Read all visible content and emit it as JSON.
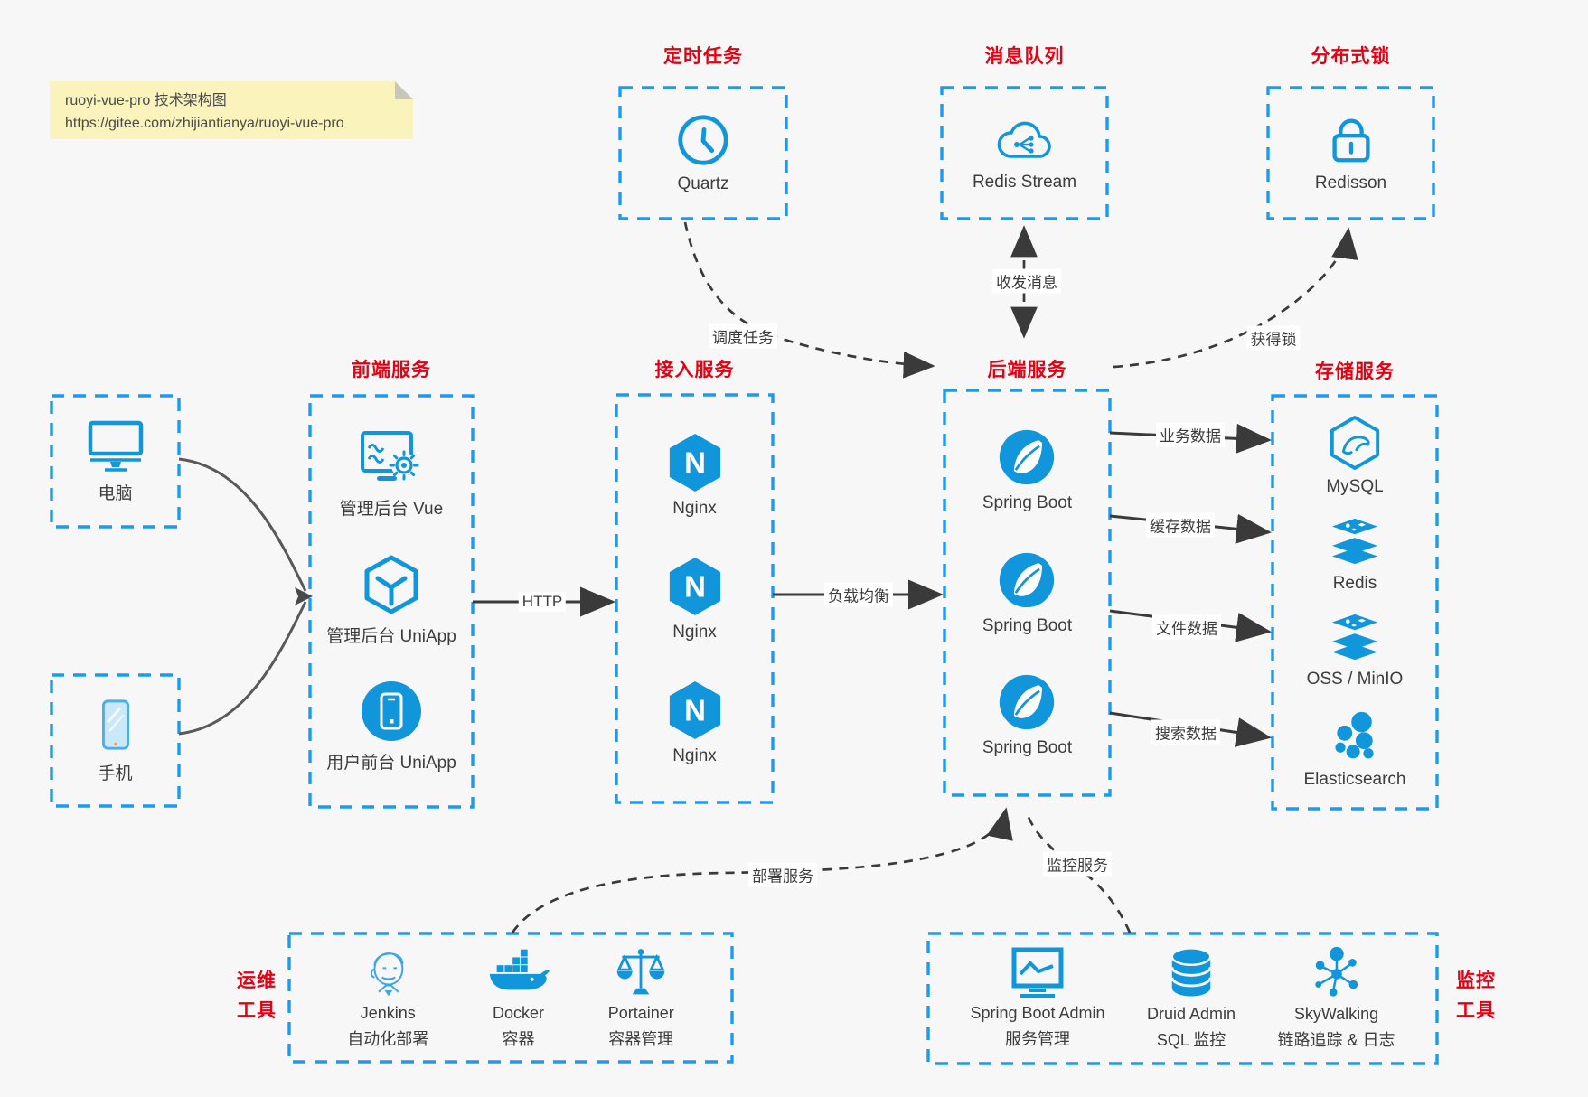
{
  "note": {
    "line1": "ruoyi-vue-pro 技术架构图",
    "line2": "https://gitee.com/zhijiantianya/ruoyi-vue-pro"
  },
  "icons": {
    "nginx_letter": "N"
  },
  "colors": {
    "accent_blue": "#1296db",
    "box_border_blue": "#1b9af0",
    "title_red": "#e60012",
    "note_bg": "#faf3bc",
    "line_dark": "#3a3a3a",
    "page_bg": "#f7f7f7"
  },
  "sections": {
    "scheduled_job": {
      "title": "定时任务",
      "item": {
        "label": "Quartz",
        "icon": "clock-icon"
      }
    },
    "message_queue": {
      "title": "消息队列",
      "item": {
        "label": "Redis Stream",
        "icon": "cloud-message-icon"
      }
    },
    "distributed_lock": {
      "title": "分布式锁",
      "item": {
        "label": "Redisson",
        "icon": "lock-icon"
      }
    },
    "clients": {
      "computer": {
        "label": "电脑",
        "icon": "desktop-icon"
      },
      "phone": {
        "label": "手机",
        "icon": "phone-icon"
      }
    },
    "frontend": {
      "title": "前端服务",
      "items": [
        {
          "label": "管理后台 Vue",
          "icon": "admin-screen-gear-icon"
        },
        {
          "label": "管理后台 UniApp",
          "icon": "cube-icon"
        },
        {
          "label": "用户前台 UniApp",
          "icon": "mobile-app-icon"
        }
      ]
    },
    "gateway": {
      "title": "接入服务",
      "items": [
        {
          "label": "Nginx",
          "icon": "nginx-icon"
        },
        {
          "label": "Nginx",
          "icon": "nginx-icon"
        },
        {
          "label": "Nginx",
          "icon": "nginx-icon"
        }
      ]
    },
    "backend": {
      "title": "后端服务",
      "items": [
        {
          "label": "Spring Boot",
          "icon": "spring-leaf-icon"
        },
        {
          "label": "Spring Boot",
          "icon": "spring-leaf-icon"
        },
        {
          "label": "Spring Boot",
          "icon": "spring-leaf-icon"
        }
      ]
    },
    "storage": {
      "title": "存储服务",
      "items": [
        {
          "label": "MySQL",
          "icon": "mysql-dolphin-icon"
        },
        {
          "label": "Redis",
          "icon": "redis-stack-icon"
        },
        {
          "label": "OSS / MinIO",
          "icon": "storage-stack-icon"
        },
        {
          "label": "Elasticsearch",
          "icon": "elasticsearch-cluster-icon"
        }
      ]
    },
    "ops_tools": {
      "title_line1": "运维",
      "title_line2": "工具",
      "items": [
        {
          "name": "Jenkins",
          "desc": "自动化部署",
          "icon": "jenkins-butler-icon"
        },
        {
          "name": "Docker",
          "desc": "容器",
          "icon": "docker-whale-icon"
        },
        {
          "name": "Portainer",
          "desc": "容器管理",
          "icon": "scales-icon"
        }
      ]
    },
    "monitor_tools": {
      "title_line1": "监控",
      "title_line2": "工具",
      "items": [
        {
          "name": "Spring Boot Admin",
          "desc": "服务管理",
          "icon": "admin-monitor-icon"
        },
        {
          "name": "Druid Admin",
          "desc": "SQL 监控",
          "icon": "database-cylinder-icon"
        },
        {
          "name": "SkyWalking",
          "desc": "链路追踪 & 日志",
          "icon": "topology-icon"
        }
      ]
    }
  },
  "edges": {
    "http": "HTTP",
    "load_balance": "负载均衡",
    "business_data": "业务数据",
    "cache_data": "缓存数据",
    "file_data": "文件数据",
    "search_data": "搜索数据",
    "schedule_task": "调度任务",
    "send_receive_message": "收发消息",
    "acquire_lock": "获得锁",
    "deploy_service": "部署服务",
    "monitor_service": "监控服务"
  }
}
